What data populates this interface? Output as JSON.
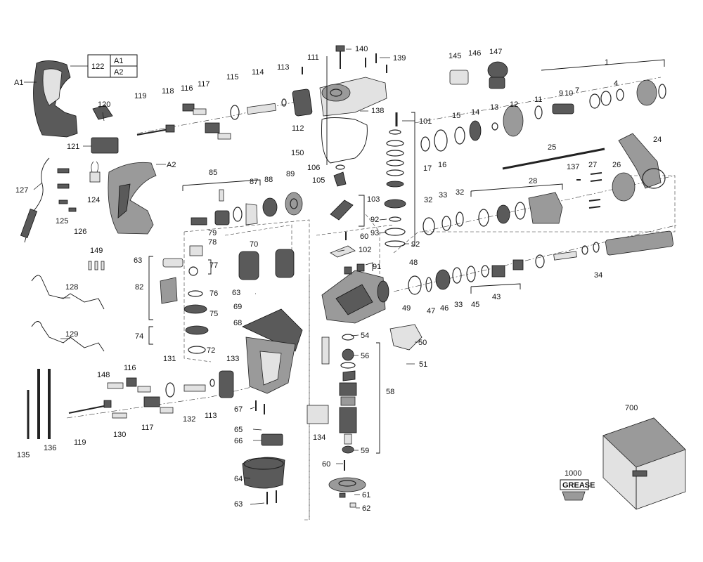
{
  "legend_box": {
    "number": "122",
    "variants": [
      "A1",
      "A2"
    ]
  },
  "labels": {
    "a1": "A1",
    "a2": "A2",
    "l1": "1",
    "l4": "4",
    "l7": "7",
    "l9": "9",
    "l10": "10",
    "l11": "11",
    "l12": "12",
    "l13": "13",
    "l14": "14",
    "l15": "15",
    "l16": "16",
    "l17": "17",
    "l24": "24",
    "l25": "25",
    "l26": "26",
    "l27": "27",
    "l28": "28",
    "l32a": "32",
    "l32b": "32",
    "l33a": "33",
    "l33b": "33",
    "l34": "34",
    "l43": "43",
    "l45": "45",
    "l46": "46",
    "l47": "47",
    "l48": "48",
    "l49": "49",
    "l50": "50",
    "l51": "51",
    "l54": "54",
    "l56": "56",
    "l58": "58",
    "l59": "59",
    "l60a": "60",
    "l60b": "60",
    "l61": "61",
    "l62": "62",
    "l63a": "63",
    "l63b": "63",
    "l63c": "63",
    "l64": "64",
    "l65": "65",
    "l66": "66",
    "l67": "67",
    "l68": "68",
    "l69": "69",
    "l70": "70",
    "l72": "72",
    "l74": "74",
    "l75": "75",
    "l76": "76",
    "l77": "77",
    "l78": "78",
    "l79": "79",
    "l82": "82",
    "l85": "85",
    "l87": "87",
    "l88": "88",
    "l89": "89",
    "l91": "91",
    "l92a": "92",
    "l92b": "92",
    "l93": "93",
    "l101": "101",
    "l102": "102",
    "l103": "103",
    "l105": "105",
    "l106": "106",
    "l111": "111",
    "l112": "112",
    "l113a": "113",
    "l113b": "113",
    "l114": "114",
    "l115": "115",
    "l116a": "116",
    "l116b": "116",
    "l117a": "117",
    "l117b": "117",
    "l118": "118",
    "l119a": "119",
    "l119b": "119",
    "l120": "120",
    "l121": "121",
    "l124": "124",
    "l125": "125",
    "l126": "126",
    "l127": "127",
    "l128": "128",
    "l129": "129",
    "l130": "130",
    "l131": "131",
    "l132": "132",
    "l133": "133",
    "l134": "134",
    "l135": "135",
    "l136": "136",
    "l137": "137",
    "l138": "138",
    "l139": "139",
    "l140": "140",
    "l145": "145",
    "l146": "146",
    "l147": "147",
    "l148": "148",
    "l149": "149",
    "l150": "150",
    "l700": "700",
    "l1000": "1000"
  },
  "grease_tube_text": "GREASE"
}
